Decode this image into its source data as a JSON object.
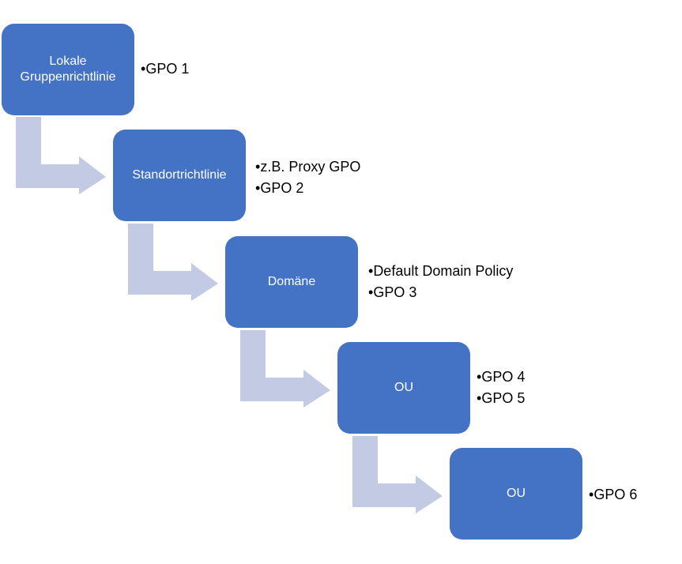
{
  "colors": {
    "box": "#4472C4",
    "arrow": "#C2CBE3",
    "box_text": "#FFFFFF",
    "note_text": "#000000"
  },
  "levels": [
    {
      "label": [
        "Lokale",
        "Gruppenrichtlinie"
      ],
      "notes": [
        "GPO 1"
      ]
    },
    {
      "label": [
        "Standortrichtlinie"
      ],
      "notes": [
        "z.B. Proxy GPO",
        "GPO 2"
      ]
    },
    {
      "label": [
        "Domäne"
      ],
      "notes": [
        "Default Domain Policy",
        "GPO 3"
      ]
    },
    {
      "label": [
        "OU"
      ],
      "notes": [
        "GPO 4",
        "GPO 5"
      ]
    },
    {
      "label": [
        "OU"
      ],
      "notes": [
        "GPO 6"
      ]
    }
  ]
}
